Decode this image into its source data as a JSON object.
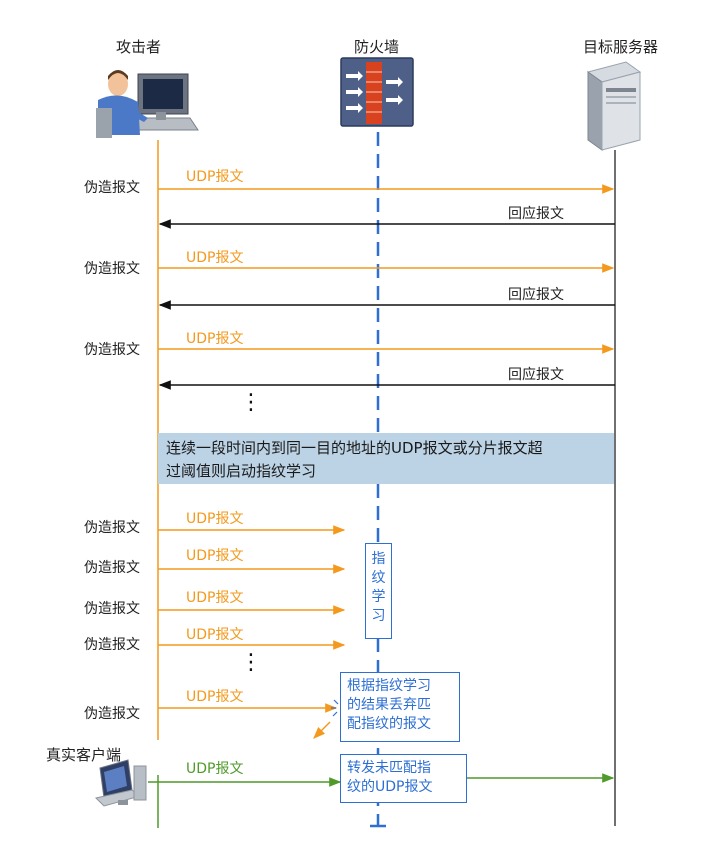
{
  "actors": {
    "attacker": "攻击者",
    "firewall": "防火墙",
    "server": "目标服务器",
    "client": "真实客户端"
  },
  "labels": {
    "forged": "伪造报文",
    "udp": "UDP报文",
    "reply": "回应报文",
    "dots": "⋮"
  },
  "banner": {
    "line1": "连续一段时间内到同一目的地址的UDP报文或分片报文超",
    "line2": "过阈值则启动指纹学习"
  },
  "boxes": {
    "learning": [
      "指",
      "纹",
      "学",
      "习"
    ],
    "discard": [
      "根据指纹学习",
      "的结果丢弃匹",
      "配指纹的报文"
    ],
    "forward": [
      "转发未匹配指",
      "纹的UDP报文"
    ]
  },
  "colors": {
    "orange": "#f39a1e",
    "black": "#111111",
    "blue": "#2e6fd3",
    "green": "#4f9a2a",
    "banner": "#bcd3e6"
  }
}
